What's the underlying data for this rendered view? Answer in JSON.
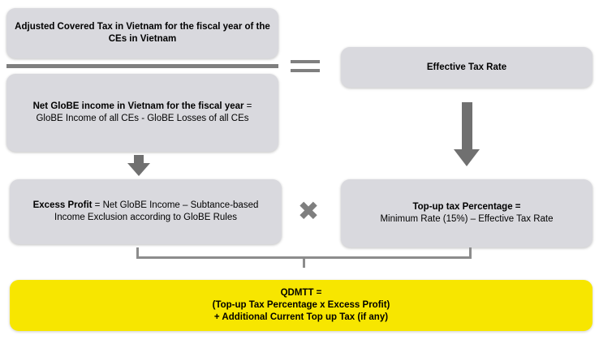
{
  "numerator": {
    "text": "Adjusted Covered Tax in Vietnam for the fiscal year of the CEs in Vietnam"
  },
  "denominator": {
    "title": "Net GloBE income in Vietnam for the fiscal year",
    "operator": " =",
    "formula": "GloBE Income of all CEs  - GloBE Losses of all CEs"
  },
  "equals_sign": "=",
  "effective_tax_rate": {
    "label": "Effective Tax Rate"
  },
  "excess_profit": {
    "title": "Excess Profit",
    "formula_part1": " = Net GloBE Income – Subtance-based",
    "formula_part2": "Income Exclusion according to GloBE Rules"
  },
  "multiply_sign": "✖",
  "topup_percentage": {
    "title": "Top-up tax Percentage =",
    "formula": "Minimum Rate (15%) – Effective Tax Rate"
  },
  "qdmtt": {
    "title": "QDMTT =",
    "line1": "(Top-up Tax Percentage x Excess Profit)",
    "line2": "+ Additional Current Top up Tax (if any)"
  },
  "colors": {
    "box_gray": "#d9d9de",
    "connector_gray": "#8c8c8c",
    "arrow_gray": "#707070",
    "highlight_yellow": "#f7e600"
  }
}
